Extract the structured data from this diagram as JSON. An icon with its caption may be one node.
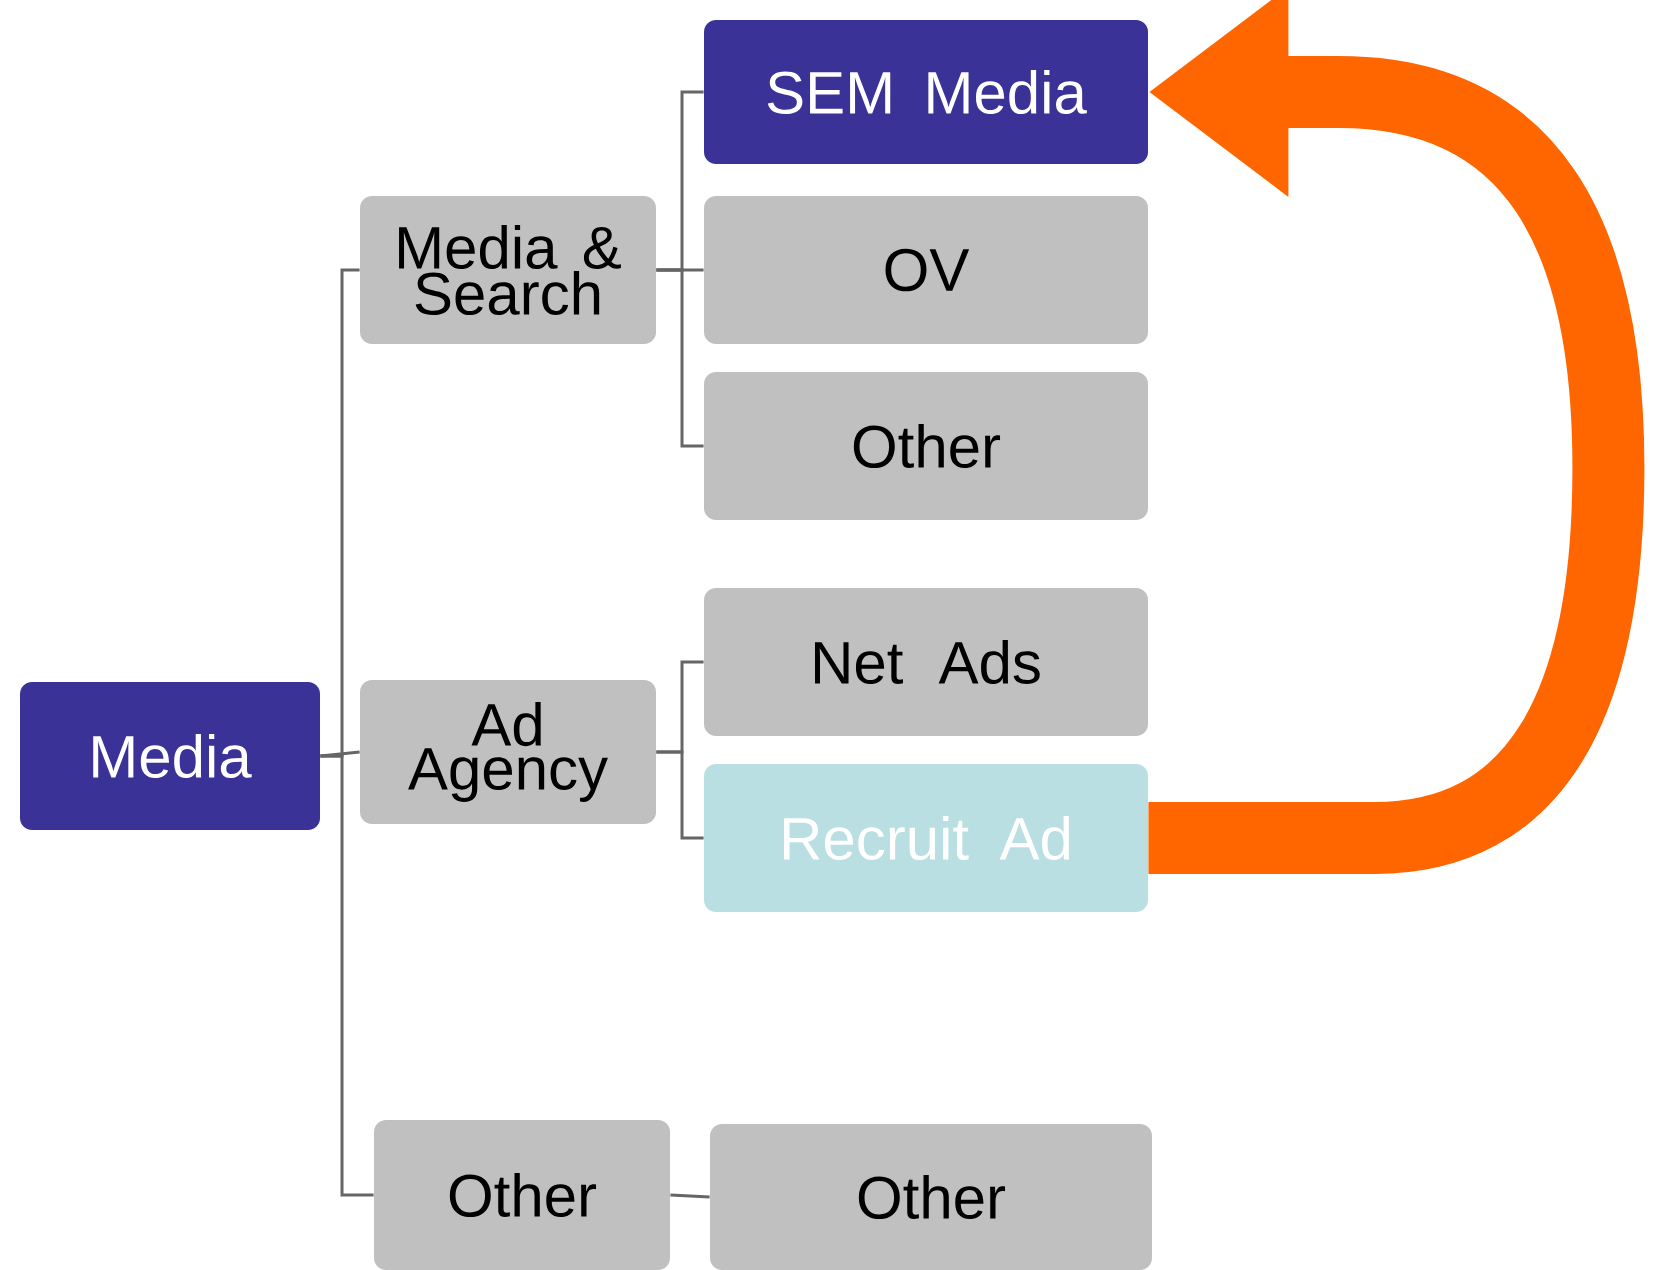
{
  "diagram": {
    "nodes": [
      {
        "text": [
          "Media"
        ]
      },
      {
        "text": [
          "Media & Search"
        ]
      },
      {
        "text": [
          "SEM Media"
        ]
      },
      {
        "text": [
          "OV"
        ]
      },
      {
        "text": [
          "Other"
        ]
      },
      {
        "text": [
          "Ad Agency"
        ]
      },
      {
        "text": [
          "Net Ads"
        ]
      },
      {
        "text": [
          "Recruit Ad"
        ]
      },
      {
        "text": [
          "Other"
        ]
      },
      {
        "text": [
          "Other"
        ]
      }
    ],
    "edges": [
      {
        "from": 0,
        "to": 1,
        "arrow": "none"
      },
      {
        "from": 0,
        "to": 5,
        "arrow": "none"
      },
      {
        "from": 0,
        "to": 8,
        "arrow": "none"
      },
      {
        "from": 1,
        "to": 2,
        "arrow": "none"
      },
      {
        "from": 1,
        "to": 3,
        "arrow": "none"
      },
      {
        "from": 1,
        "to": 4,
        "arrow": "none"
      },
      {
        "from": 5,
        "to": 6,
        "arrow": "none"
      },
      {
        "from": 5,
        "to": 7,
        "arrow": "none"
      },
      {
        "from": 8,
        "to": 9,
        "arrow": "none"
      },
      {
        "from": 7,
        "to": 2,
        "arrow": "to",
        "style": "thick",
        "color": "#ff6600"
      }
    ]
  }
}
